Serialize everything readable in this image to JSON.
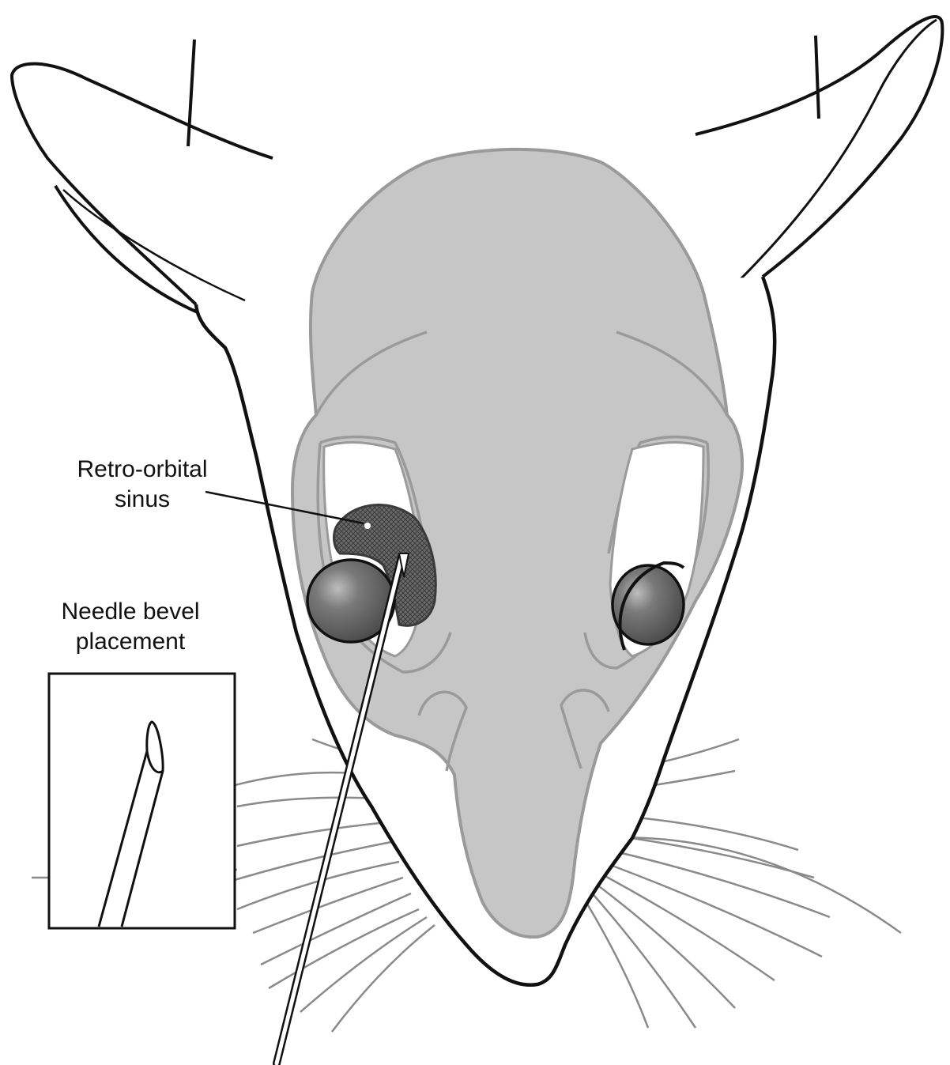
{
  "labels": {
    "retro_orbital_line1": "Retro-orbital",
    "retro_orbital_line2": "sinus",
    "needle_line1": "Needle bevel",
    "needle_line2": "placement"
  },
  "colors": {
    "outline": "#111111",
    "skull_fill": "#c6c6c6",
    "skull_stroke": "#9a9a9a",
    "sinus_fill": "#5a5a5a",
    "eye_fill": "#707070",
    "whisker": "#8a8a8a"
  }
}
